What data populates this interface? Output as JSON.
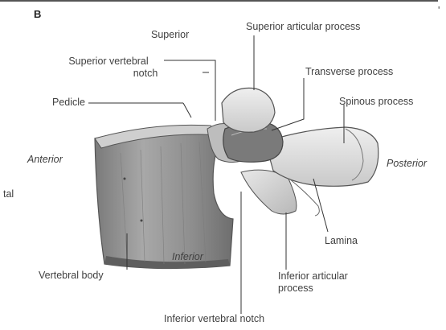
{
  "figure": {
    "panel_letter": "B",
    "edge_mark": "'",
    "side_mark": "tal"
  },
  "labels": {
    "superior": "Superior",
    "superior_articular_process": "Superior articular process",
    "superior_vertebral_notch_line1": "Superior vertebral",
    "superior_vertebral_notch_line2": "notch",
    "transverse_process": "Transverse process",
    "pedicle": "Pedicle",
    "spinous_process": "Spinous process",
    "anterior": "Anterior",
    "posterior": "Posterior",
    "inferior": "Inferior",
    "lamina": "Lamina",
    "vertebral_body": "Vertebral body",
    "inferior_articular_process_line1": "Inferior articular",
    "inferior_articular_process_line2": "process",
    "inferior_vertebral_notch": "Inferior vertebral notch"
  },
  "colors": {
    "bone_dark": "#6f6f6f",
    "bone_mid": "#9c9c9c",
    "bone_light": "#d9d9d9",
    "leader": "#333333"
  }
}
